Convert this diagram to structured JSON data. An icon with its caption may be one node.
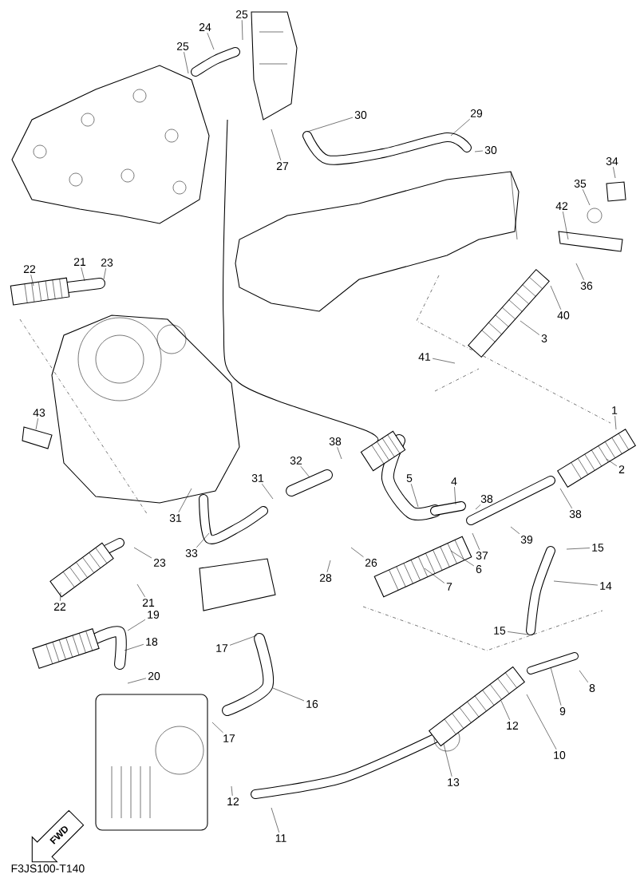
{
  "diagram": {
    "nodes": [
      {
        "text": [
          "25"
        ]
      },
      {
        "text": [
          "24"
        ]
      },
      {
        "text": [
          "25"
        ]
      },
      {
        "text": [
          "30"
        ]
      },
      {
        "text": [
          "27"
        ]
      },
      {
        "text": [
          "29"
        ]
      },
      {
        "text": [
          "30"
        ]
      },
      {
        "text": [
          "34"
        ]
      },
      {
        "text": [
          "35"
        ]
      },
      {
        "text": [
          "42"
        ]
      },
      {
        "text": [
          "22"
        ]
      },
      {
        "text": [
          "21"
        ]
      },
      {
        "text": [
          "23"
        ]
      },
      {
        "text": [
          "36"
        ]
      },
      {
        "text": [
          "40"
        ]
      },
      {
        "text": [
          "3"
        ]
      },
      {
        "text": [
          "41"
        ]
      },
      {
        "text": [
          "1"
        ]
      },
      {
        "text": [
          "43"
        ]
      },
      {
        "text": [
          "38"
        ]
      },
      {
        "text": [
          "32"
        ]
      },
      {
        "text": [
          "2"
        ]
      },
      {
        "text": [
          "5"
        ]
      },
      {
        "text": [
          "4"
        ]
      },
      {
        "text": [
          "31"
        ]
      },
      {
        "text": [
          "38"
        ]
      },
      {
        "text": [
          "38"
        ]
      },
      {
        "text": [
          "31"
        ]
      },
      {
        "text": [
          "39"
        ]
      },
      {
        "text": [
          "15"
        ]
      },
      {
        "text": [
          "33"
        ]
      },
      {
        "text": [
          "23"
        ]
      },
      {
        "text": [
          "37"
        ]
      },
      {
        "text": [
          "26"
        ]
      },
      {
        "text": [
          "6"
        ]
      },
      {
        "text": [
          "28"
        ]
      },
      {
        "text": [
          "7"
        ]
      },
      {
        "text": [
          "14"
        ]
      },
      {
        "text": [
          "21"
        ]
      },
      {
        "text": [
          "22"
        ]
      },
      {
        "text": [
          "19"
        ]
      },
      {
        "text": [
          "18"
        ]
      },
      {
        "text": [
          "17"
        ]
      },
      {
        "text": [
          "15"
        ]
      },
      {
        "text": [
          "20"
        ]
      },
      {
        "text": [
          "8"
        ]
      },
      {
        "text": [
          "16"
        ]
      },
      {
        "text": [
          "9"
        ]
      },
      {
        "text": [
          "12"
        ]
      },
      {
        "text": [
          "17"
        ]
      },
      {
        "text": [
          "10"
        ]
      },
      {
        "text": [
          "13"
        ]
      },
      {
        "text": [
          "12"
        ]
      },
      {
        "text": [
          "11"
        ]
      },
      {
        "text": [
          "FWD"
        ]
      }
    ],
    "edges": [
      {
        "from": 0,
        "to": null,
        "arrow": "none"
      },
      {
        "from": 1,
        "to": null,
        "arrow": "none"
      },
      {
        "from": 2,
        "to": null,
        "arrow": "none"
      },
      {
        "from": 3,
        "to": null,
        "arrow": "none"
      },
      {
        "from": 4,
        "to": null,
        "arrow": "none"
      },
      {
        "from": 5,
        "to": null,
        "arrow": "none"
      },
      {
        "from": 6,
        "to": null,
        "arrow": "none"
      },
      {
        "from": 7,
        "to": null,
        "arrow": "none"
      },
      {
        "from": 8,
        "to": null,
        "arrow": "none"
      },
      {
        "from": 9,
        "to": null,
        "arrow": "none"
      },
      {
        "from": 10,
        "to": null,
        "arrow": "none"
      },
      {
        "from": 11,
        "to": null,
        "arrow": "none"
      },
      {
        "from": 12,
        "to": null,
        "arrow": "none"
      },
      {
        "from": 13,
        "to": null,
        "arrow": "none"
      },
      {
        "from": 14,
        "to": null,
        "arrow": "none"
      },
      {
        "from": 15,
        "to": null,
        "arrow": "none"
      },
      {
        "from": 16,
        "to": null,
        "arrow": "none"
      },
      {
        "from": 17,
        "to": null,
        "arrow": "none"
      },
      {
        "from": 18,
        "to": null,
        "arrow": "none"
      },
      {
        "from": 19,
        "to": null,
        "arrow": "none"
      },
      {
        "from": 20,
        "to": null,
        "arrow": "none"
      },
      {
        "from": 21,
        "to": null,
        "arrow": "none"
      },
      {
        "from": 22,
        "to": null,
        "arrow": "none"
      },
      {
        "from": 23,
        "to": null,
        "arrow": "none"
      },
      {
        "from": 24,
        "to": null,
        "arrow": "none"
      },
      {
        "from": 25,
        "to": null,
        "arrow": "none"
      },
      {
        "from": 26,
        "to": null,
        "arrow": "none"
      },
      {
        "from": 27,
        "to": null,
        "arrow": "none"
      },
      {
        "from": 28,
        "to": null,
        "arrow": "none"
      },
      {
        "from": 29,
        "to": null,
        "arrow": "none"
      },
      {
        "from": 30,
        "to": null,
        "arrow": "none"
      },
      {
        "from": 31,
        "to": null,
        "arrow": "none"
      },
      {
        "from": 32,
        "to": null,
        "arrow": "none"
      },
      {
        "from": 33,
        "to": null,
        "arrow": "none"
      },
      {
        "from": 34,
        "to": null,
        "arrow": "none"
      },
      {
        "from": 35,
        "to": null,
        "arrow": "none"
      },
      {
        "from": 36,
        "to": null,
        "arrow": "none"
      },
      {
        "from": 37,
        "to": null,
        "arrow": "none"
      },
      {
        "from": 38,
        "to": null,
        "arrow": "none"
      },
      {
        "from": 39,
        "to": null,
        "arrow": "none"
      },
      {
        "from": 40,
        "to": null,
        "arrow": "none"
      },
      {
        "from": 41,
        "to": null,
        "arrow": "none"
      },
      {
        "from": 42,
        "to": null,
        "arrow": "none"
      },
      {
        "from": 43,
        "to": null,
        "arrow": "none"
      },
      {
        "from": 44,
        "to": null,
        "arrow": "none"
      },
      {
        "from": 45,
        "to": null,
        "arrow": "none"
      },
      {
        "from": 46,
        "to": null,
        "arrow": "none"
      },
      {
        "from": 47,
        "to": null,
        "arrow": "none"
      },
      {
        "from": 48,
        "to": null,
        "arrow": "none"
      },
      {
        "from": 49,
        "to": null,
        "arrow": "none"
      },
      {
        "from": 50,
        "to": null,
        "arrow": "none"
      },
      {
        "from": 51,
        "to": null,
        "arrow": "none"
      },
      {
        "from": 52,
        "to": null,
        "arrow": "none"
      },
      {
        "from": 53,
        "to": null,
        "arrow": "none"
      }
    ],
    "labels": [
      "F3JS100-T140"
    ]
  }
}
